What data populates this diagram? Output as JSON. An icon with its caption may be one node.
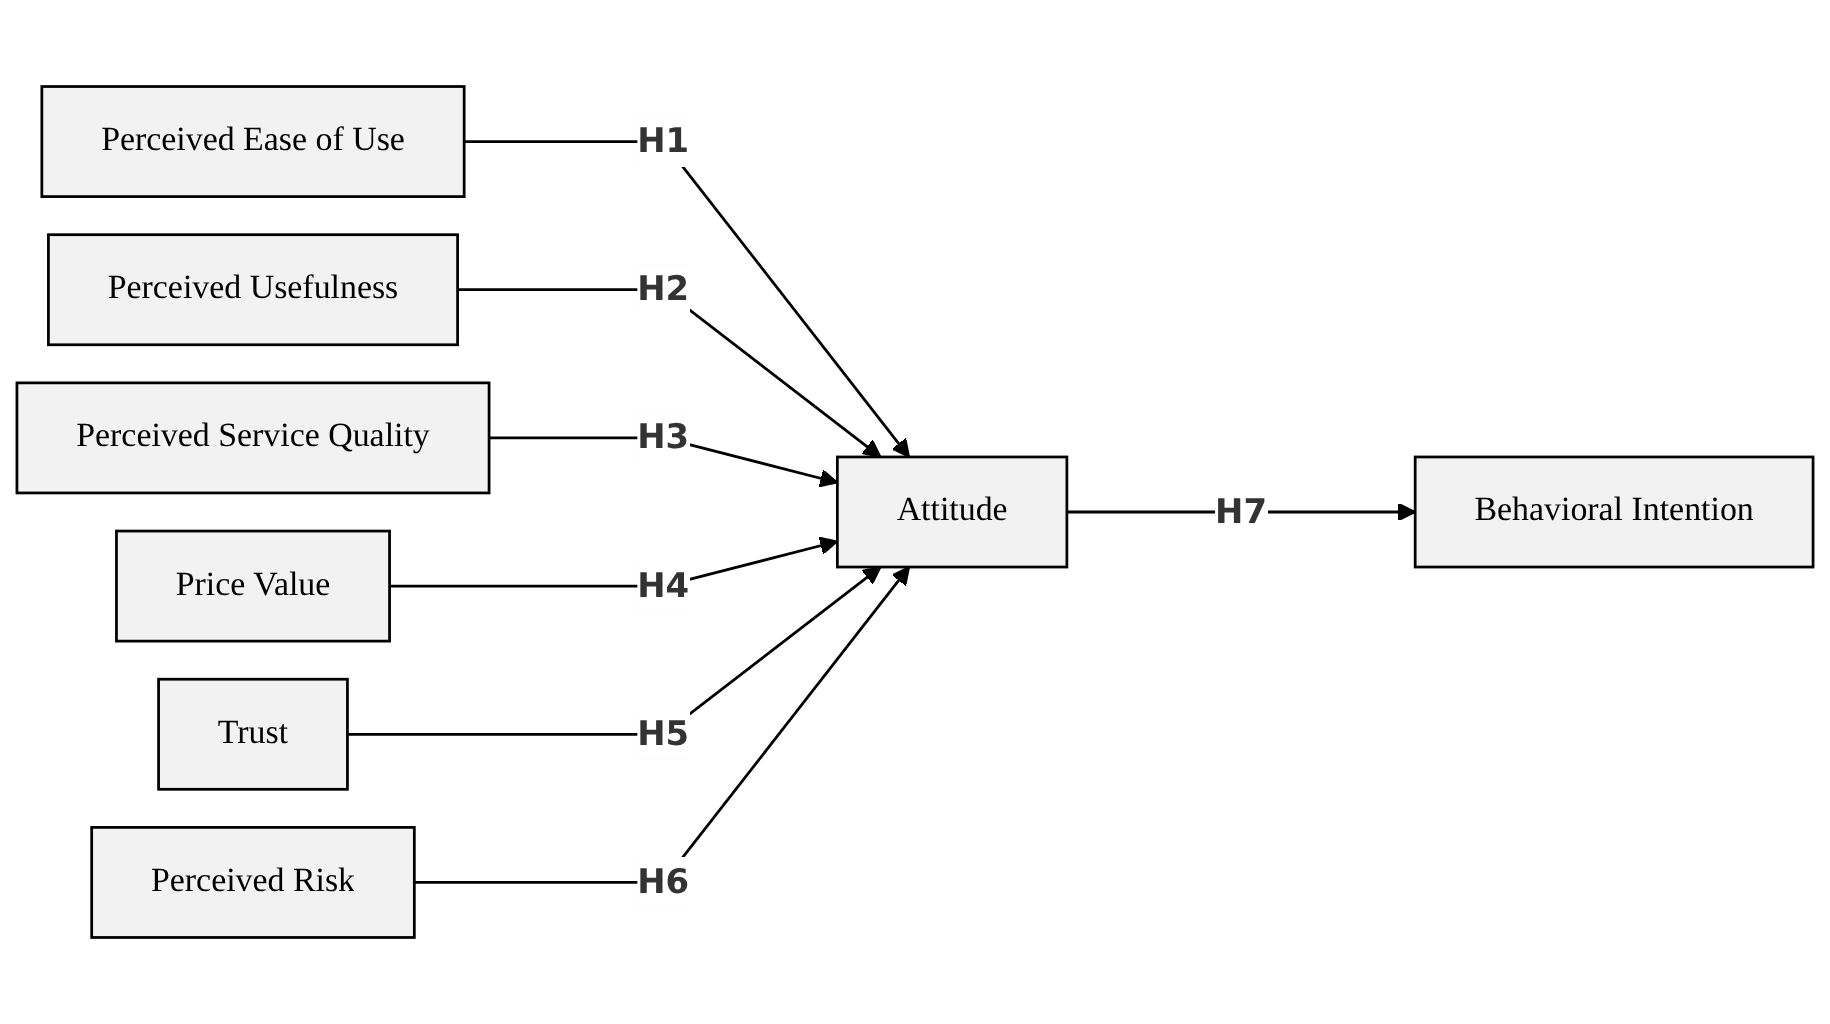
{
  "diagram": {
    "nodes": [
      {
        "text": [
          "Perceived Ease of Use"
        ]
      },
      {
        "text": [
          "Perceived Usefulness"
        ]
      },
      {
        "text": [
          "Perceived Service Quality"
        ]
      },
      {
        "text": [
          "Price Value"
        ]
      },
      {
        "text": [
          "Trust"
        ]
      },
      {
        "text": [
          "Perceived Risk"
        ]
      },
      {
        "text": [
          "Attitude"
        ]
      },
      {
        "text": [
          "Behavioral Intention"
        ]
      }
    ],
    "edges": [
      {
        "from": 0,
        "to": 6,
        "arrow": "to",
        "label": "H1"
      },
      {
        "from": 1,
        "to": 6,
        "arrow": "to",
        "label": "H2"
      },
      {
        "from": 2,
        "to": 6,
        "arrow": "to",
        "label": "H3"
      },
      {
        "from": 3,
        "to": 6,
        "arrow": "to",
        "label": "H4"
      },
      {
        "from": 4,
        "to": 6,
        "arrow": "to",
        "label": "H5"
      },
      {
        "from": 5,
        "to": 6,
        "arrow": "to",
        "label": "H6"
      },
      {
        "from": 6,
        "to": 7,
        "arrow": "to",
        "label": "H7"
      }
    ]
  }
}
